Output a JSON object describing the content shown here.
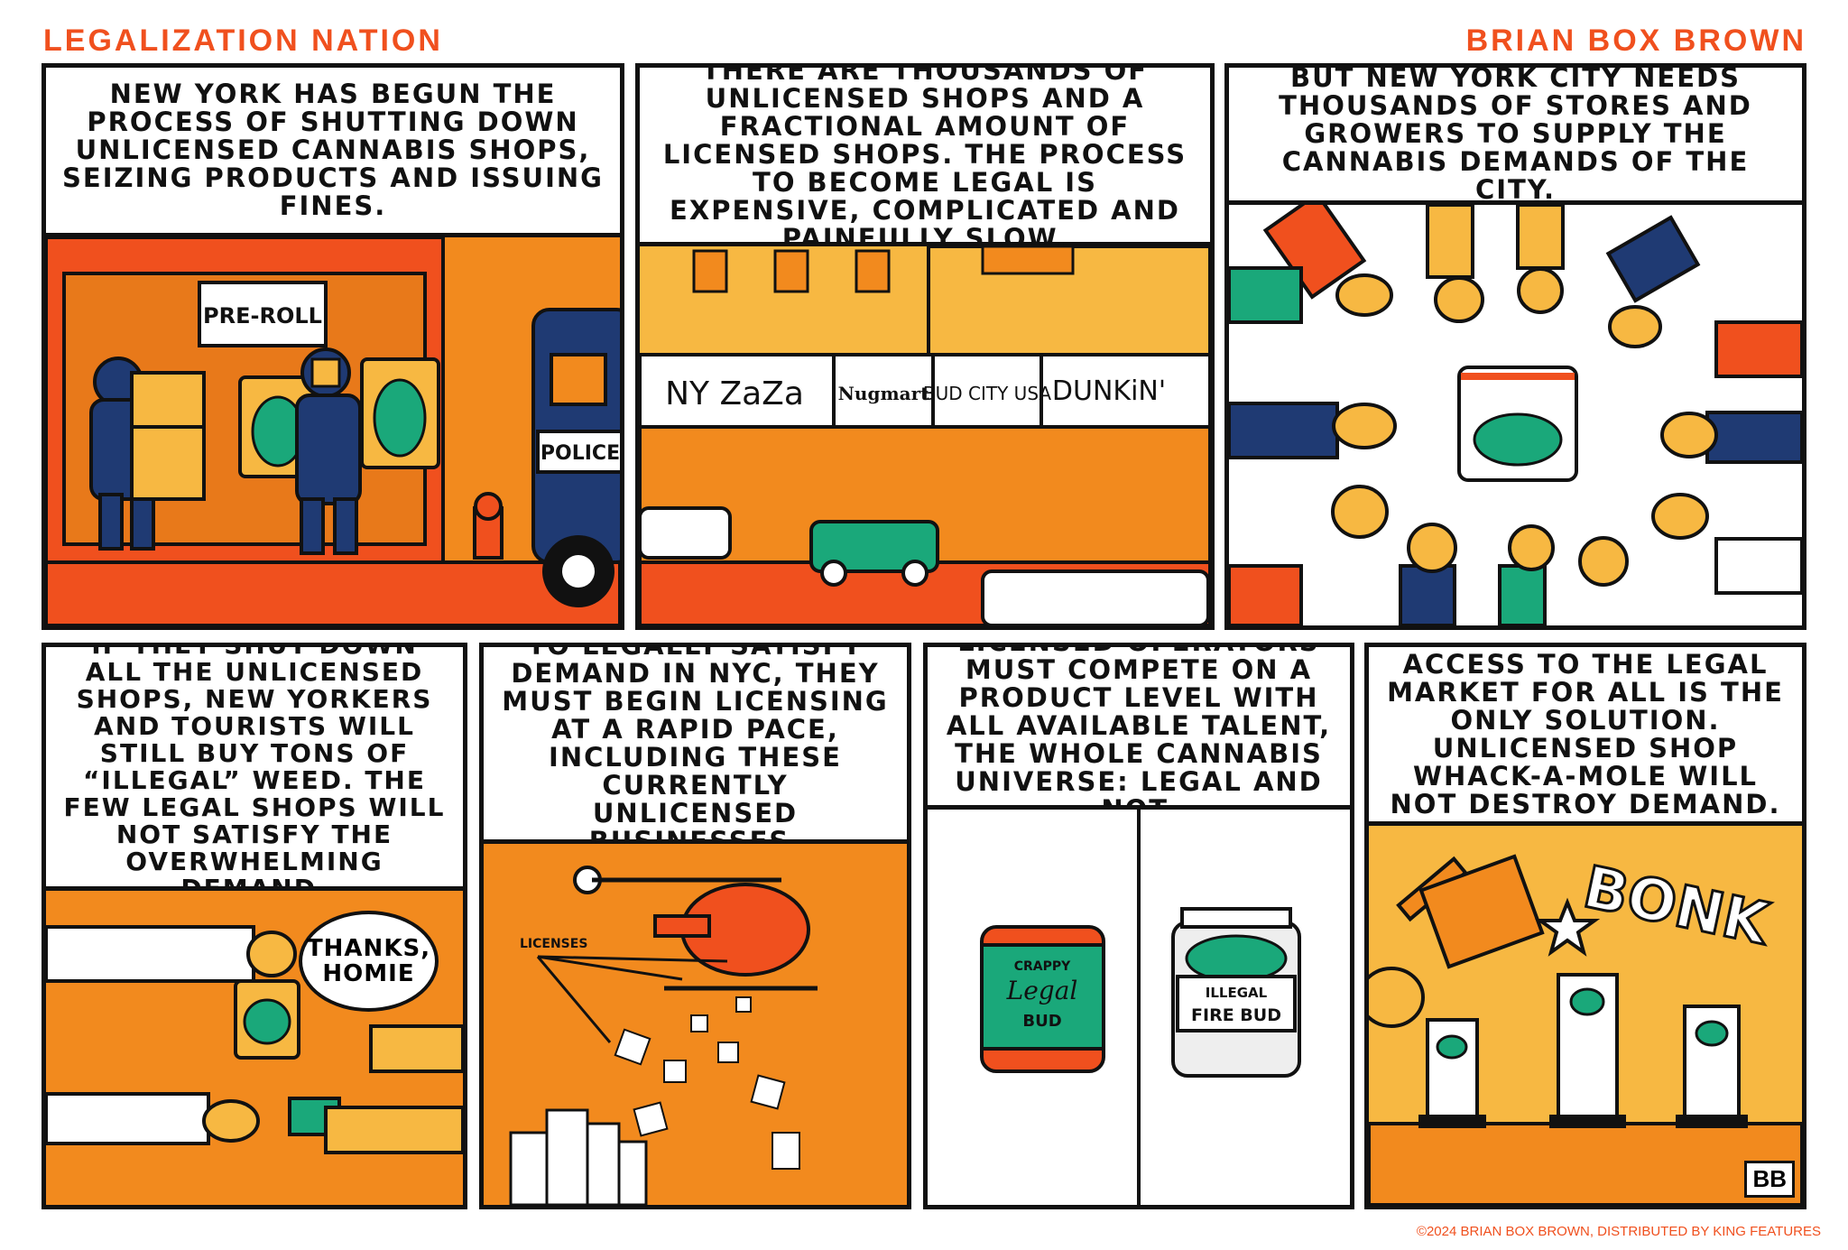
{
  "header": {
    "title": "LEGALIZATION NATION",
    "author": "BRIAN BOX BROWN"
  },
  "panels": [
    {
      "caption": "NEW YORK HAS BEGUN THE PROCESS OF SHUTTING DOWN UNLICENSED CANNABIS SHOPS, SEIZING PRODUCTS AND ISSUING FINES.",
      "sign": "PRE-ROLL",
      "van_label": "POLICE"
    },
    {
      "caption": "THERE ARE THOUSANDS OF UNLICENSED SHOPS AND A FRACTIONAL AMOUNT OF LICENSED SHOPS. THE PROCESS TO BECOME LEGAL IS EXPENSIVE, COMPLICATED AND PAINFULLY SLOW.",
      "storefronts": [
        "NY ZaZa",
        "Nugmart",
        "BUD CITY USA",
        "DUNKiN'"
      ]
    },
    {
      "caption": "BUT NEW YORK CITY NEEDS THOUSANDS OF STORES AND GROWERS TO SUPPLY THE CANNABIS DEMANDS OF THE CITY."
    },
    {
      "caption": "IF THEY SHUT DOWN ALL THE UNLICENSED SHOPS, NEW YORKERS AND TOURISTS WILL STILL BUY TONS OF “ILLEGAL” WEED. THE FEW LEGAL SHOPS WILL NOT SATISFY THE OVERWHELMING DEMAND.",
      "speech": "THANKS, HOMIE"
    },
    {
      "caption": "TO LEGALLY SATISFY DEMAND IN NYC, THEY MUST BEGIN LICENSING AT A RAPID PACE, INCLUDING THESE CURRENTLY UNLICENSED BUSINESSES.",
      "label": "LICENSES"
    },
    {
      "caption": "LICENSED OPERATORS MUST COMPETE ON A PRODUCT LEVEL WITH ALL AVAILABLE TALENT, THE WHOLE CANNABIS UNIVERSE: LEGAL AND NOT.",
      "jar_left": [
        "CRAPPY",
        "Legal",
        "BUD"
      ],
      "jar_right": [
        "ILLEGAL",
        "FIRE BUD"
      ]
    },
    {
      "caption": "ACCESS TO THE LEGAL MARKET FOR ALL IS THE ONLY SOLUTION. UNLICENSED SHOP WHACK-A-MOLE WILL NOT DESTROY DEMAND.",
      "sfx": "BONK",
      "signature": "BB"
    }
  ],
  "credit": "©2024 BRIAN BOX BROWN, DISTRIBUTED BY KING FEATURES",
  "colors": {
    "orange": "#f28a1e",
    "red": "#f0501e",
    "yellow": "#f7b842",
    "navy": "#1f3a73",
    "teal": "#1aa87a",
    "ink": "#111111"
  }
}
